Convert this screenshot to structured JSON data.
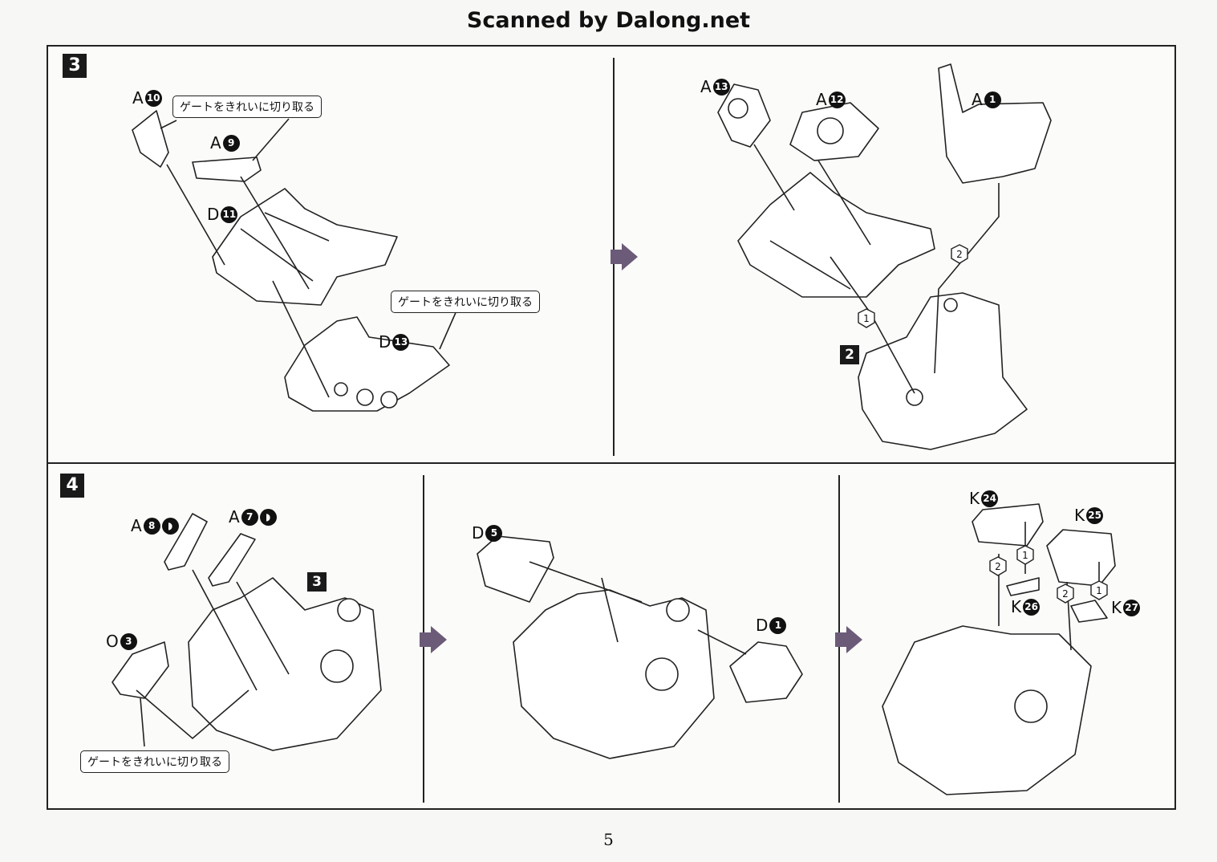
{
  "header": {
    "title": "Scanned by Dalong.net"
  },
  "step3": {
    "number": "3",
    "panel1": {
      "parts": [
        {
          "letter": "A",
          "num": "10"
        },
        {
          "letter": "A",
          "num": "9"
        },
        {
          "letter": "D",
          "num": "11"
        },
        {
          "letter": "D",
          "num": "13"
        }
      ],
      "notes": [
        "ゲートをきれいに切り取る",
        "ゲートをきれいに切り取る"
      ]
    },
    "panel2": {
      "parts": [
        {
          "letter": "A",
          "num": "13"
        },
        {
          "letter": "A",
          "num": "12"
        },
        {
          "letter": "A",
          "num": "1"
        }
      ],
      "sub_step": "2",
      "order_marks": [
        "1",
        "2"
      ]
    }
  },
  "step4": {
    "number": "4",
    "panel1": {
      "parts": [
        {
          "letter": "A",
          "num": "8"
        },
        {
          "letter": "A",
          "num": "7"
        },
        {
          "letter": "O",
          "num": "3"
        }
      ],
      "sub_step": "3",
      "note": "ゲートをきれいに切り取る"
    },
    "panel2": {
      "parts": [
        {
          "letter": "D",
          "num": "5"
        },
        {
          "letter": "D",
          "num": "1"
        }
      ]
    },
    "panel3": {
      "parts": [
        {
          "letter": "K",
          "num": "24"
        },
        {
          "letter": "K",
          "num": "25"
        },
        {
          "letter": "K",
          "num": "26"
        },
        {
          "letter": "K",
          "num": "27"
        }
      ],
      "order_marks": [
        "1",
        "2",
        "1",
        "2"
      ]
    }
  },
  "page_number": "5"
}
